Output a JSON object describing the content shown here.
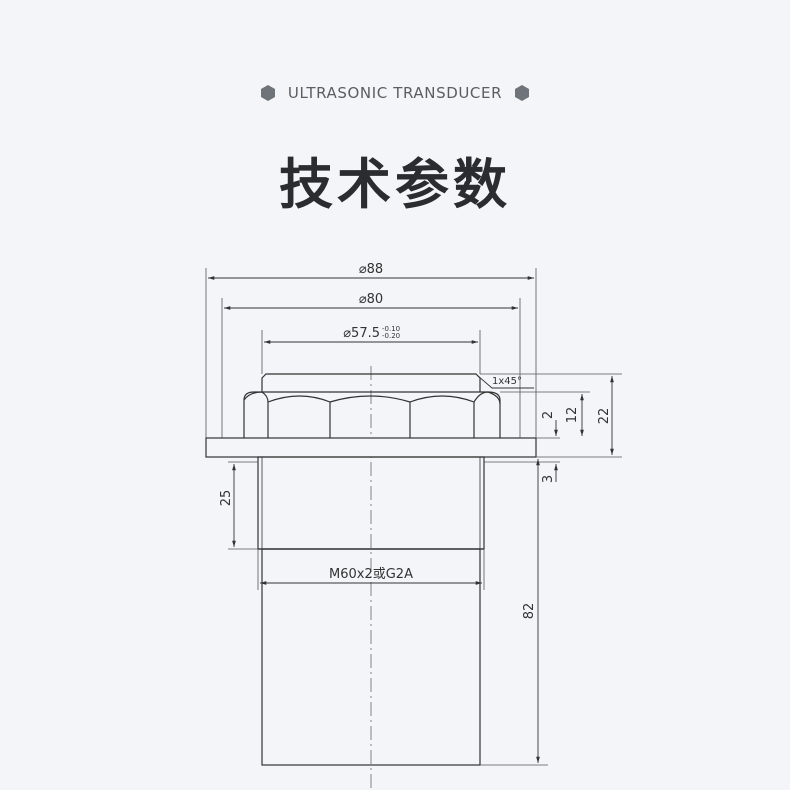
{
  "header": {
    "subtitle": "ULTRASONIC TRANSDUCER",
    "title": "技术参数",
    "accent_color": "#6e7479"
  },
  "dimensions": {
    "d88": "⌀88",
    "d80": "⌀80",
    "d57": "⌀57.5",
    "tol_upper": "-0.10",
    "tol_lower": "-0.20",
    "chamfer": "1x45°",
    "h2": "2",
    "h12": "12",
    "h22": "22",
    "h3": "3",
    "h25": "25",
    "h82": "82",
    "thread": "M60x2或G2A"
  }
}
